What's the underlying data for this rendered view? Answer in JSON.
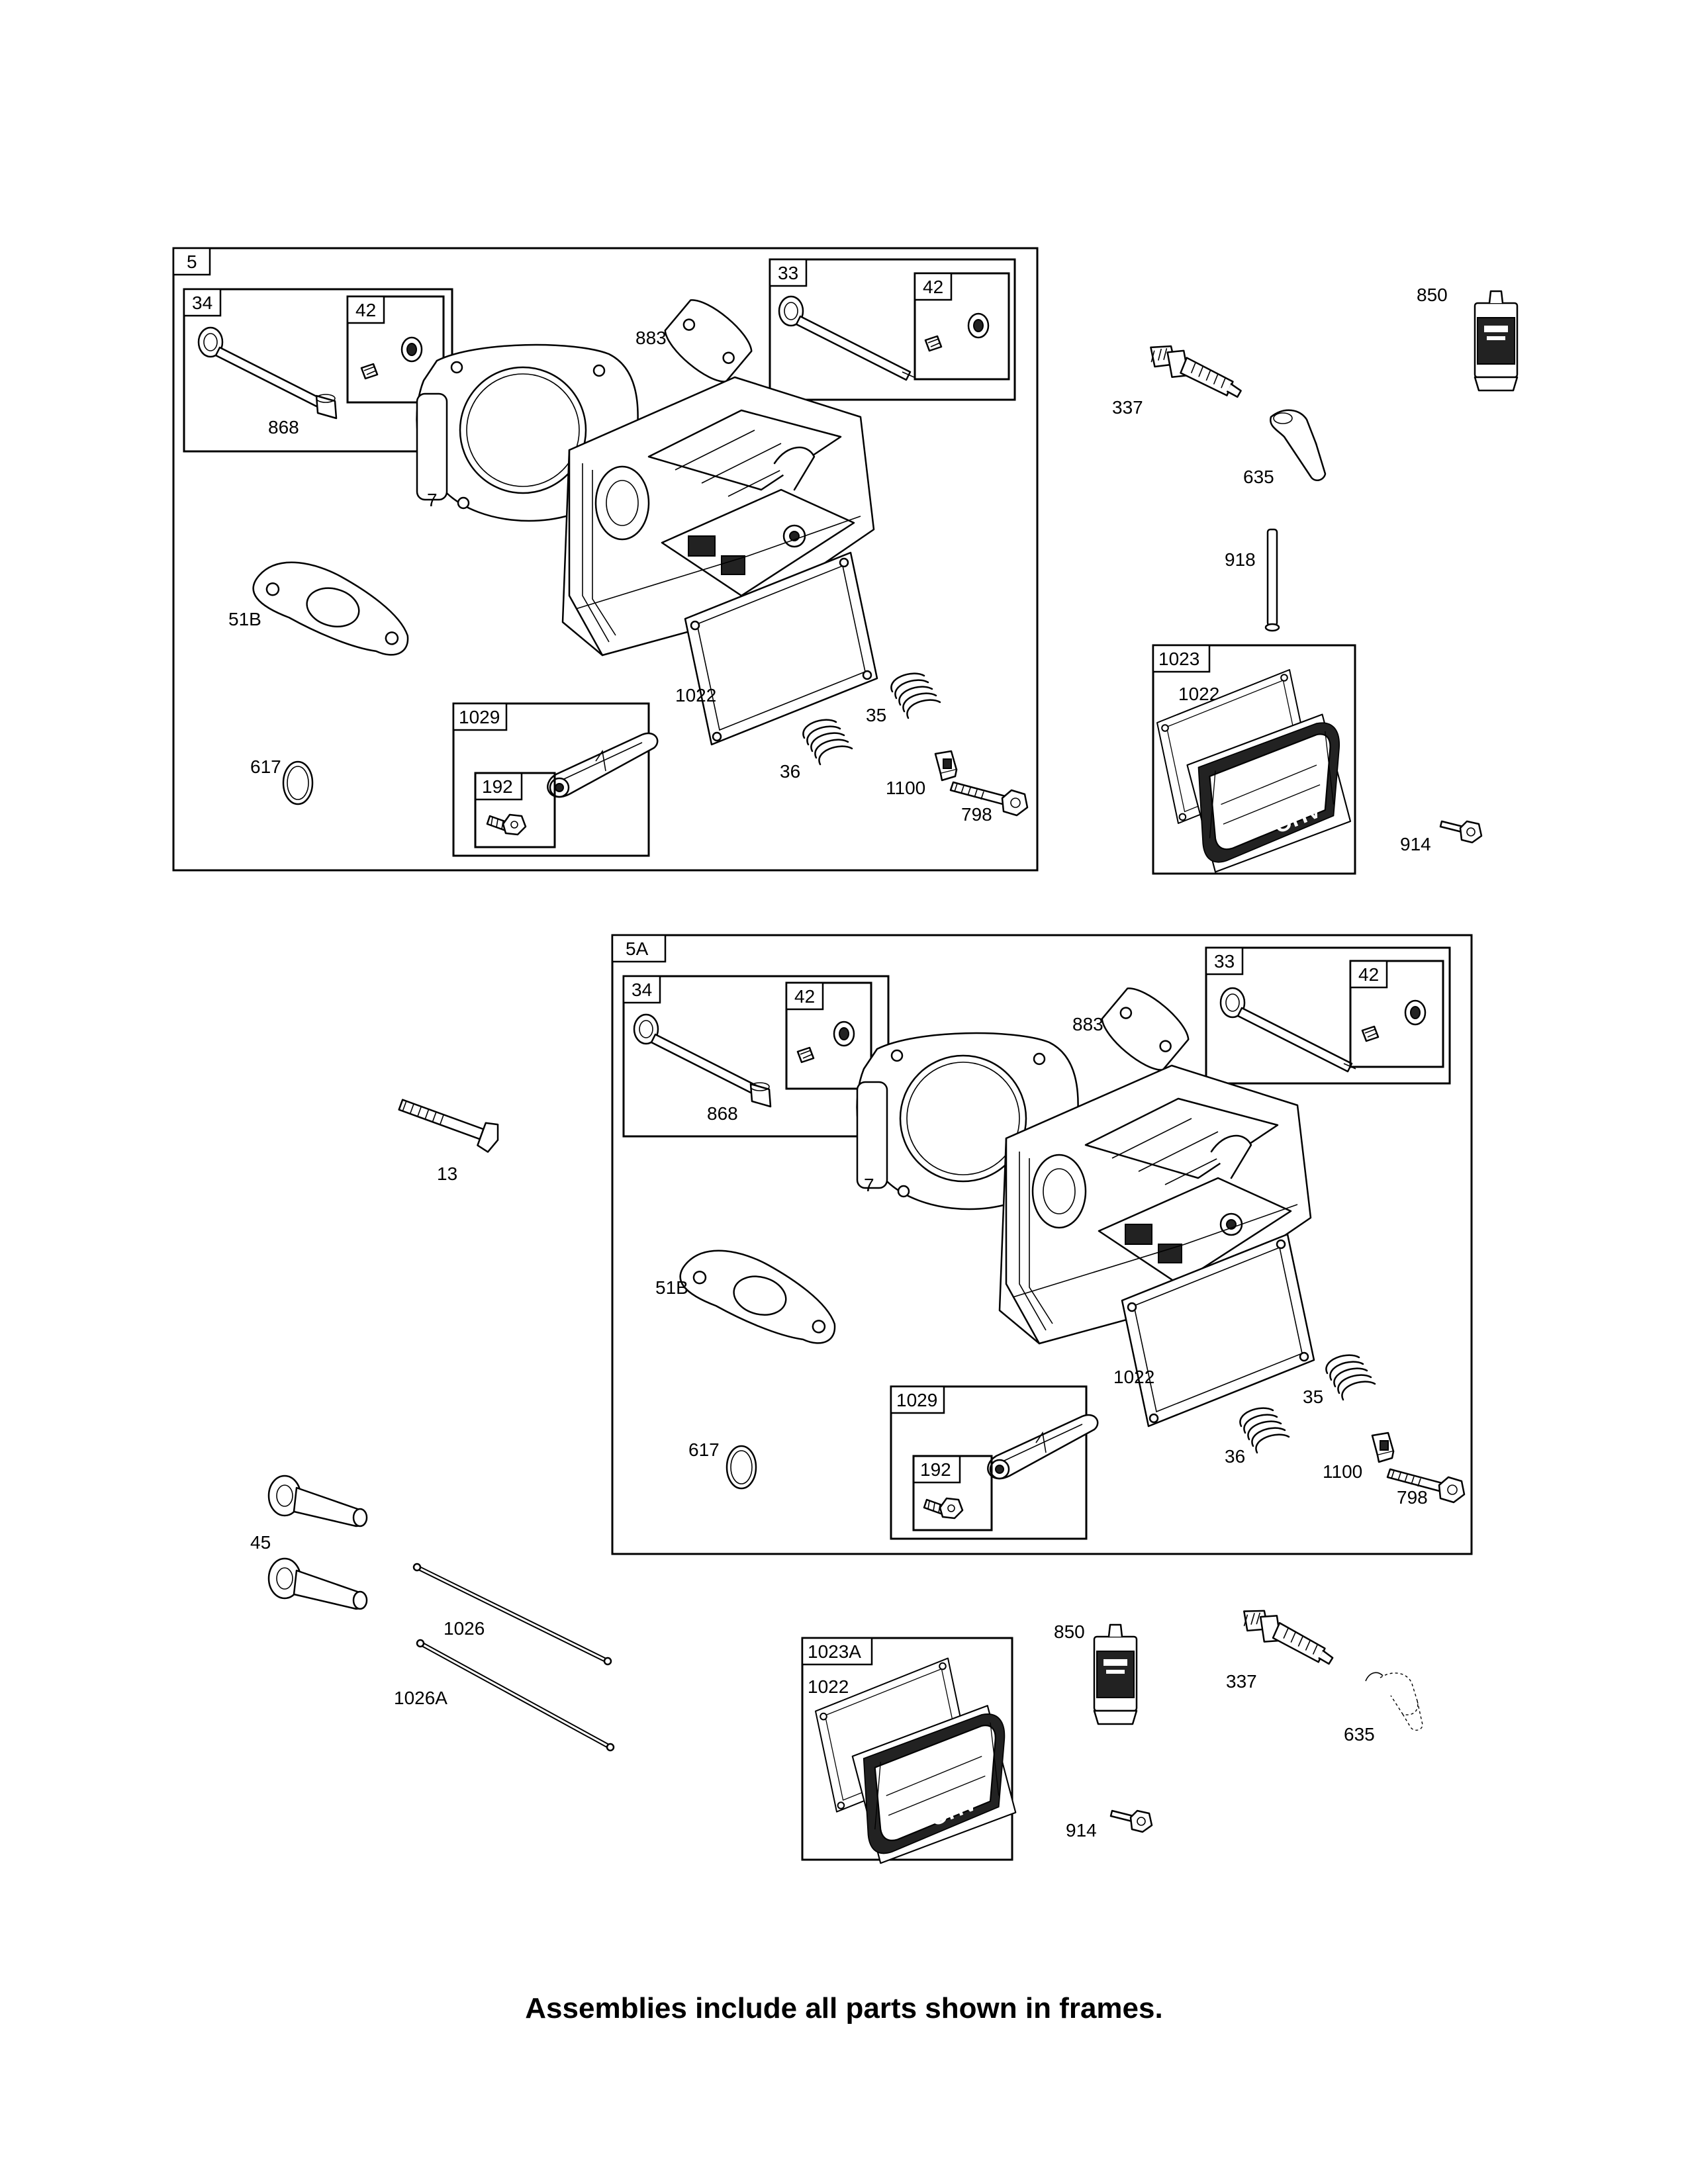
{
  "caption": "Assemblies include all parts shown in frames.",
  "frames": {
    "f5": "5",
    "f34": "34",
    "f42a": "42",
    "f33": "33",
    "f42b": "42",
    "f1029": "1029",
    "f192": "192",
    "f1023": "1023",
    "f5a": "5A",
    "f34b": "34",
    "f42c": "42",
    "f33b": "33",
    "f42d": "42",
    "f1029b": "1029",
    "f192b": "192",
    "f1023a": "1023A"
  },
  "labels": {
    "l850a": "850",
    "l337a": "337",
    "l635a": "635",
    "l918": "918",
    "l1022c": "1022",
    "l914a": "914",
    "l868a": "868",
    "l883a": "883",
    "l7a": "7",
    "l51ba": "51B",
    "l1022a": "1022",
    "l35a": "35",
    "l36a": "36",
    "l617a": "617",
    "l1100a": "1100",
    "l798a": "798",
    "l13": "13",
    "l868b": "868",
    "l883b": "883",
    "l7b": "7",
    "l51bb": "51B",
    "l1022b": "1022",
    "l35b": "35",
    "l36b": "36",
    "l617b": "617",
    "l1100b": "1100",
    "l798b": "798",
    "l45": "45",
    "l1026": "1026",
    "l1026a": "1026A",
    "l1022d": "1022",
    "l850b": "850",
    "l337b": "337",
    "l635b": "635",
    "l914b": "914"
  },
  "cover_text": "OHV"
}
